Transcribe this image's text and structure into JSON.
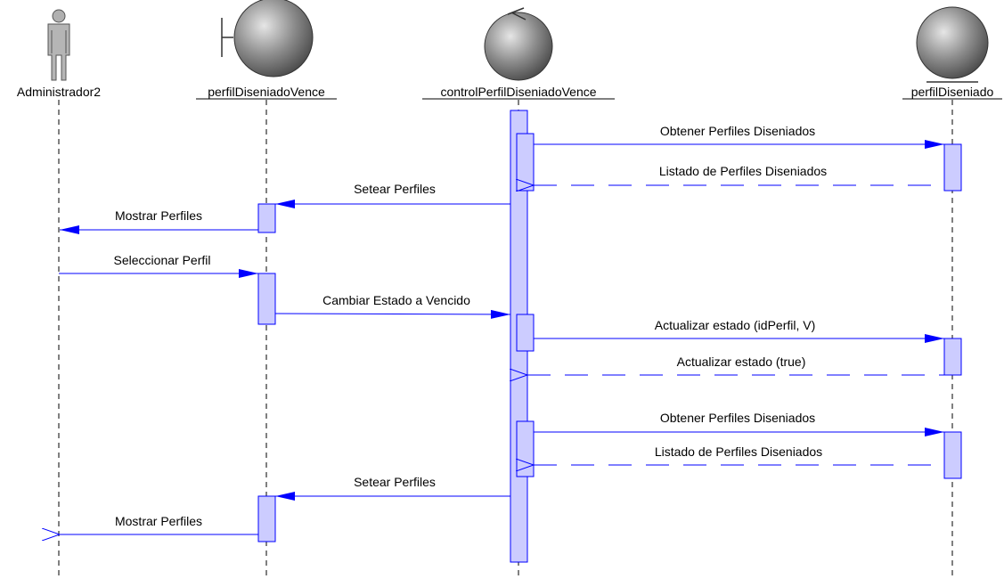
{
  "participants": [
    {
      "id": "admin",
      "label": "Administrador2",
      "kind": "actor"
    },
    {
      "id": "boundary",
      "label": "perfilDiseniadoVence",
      "kind": "boundary"
    },
    {
      "id": "control",
      "label": "controlPerfilDiseniadoVence",
      "kind": "control"
    },
    {
      "id": "entity",
      "label": "perfilDiseniado",
      "kind": "entity"
    }
  ],
  "messages": [
    {
      "label": "Obtener Perfiles Diseniados",
      "kind": "call"
    },
    {
      "label": "Listado de Perfiles Diseniados",
      "kind": "return"
    },
    {
      "label": "Setear Perfiles",
      "kind": "call"
    },
    {
      "label": "Mostrar Perfiles",
      "kind": "call"
    },
    {
      "label": "Seleccionar Perfil",
      "kind": "call"
    },
    {
      "label": "Cambiar Estado a Vencido",
      "kind": "call"
    },
    {
      "label": "Actualizar estado (idPerfil, V)",
      "kind": "call"
    },
    {
      "label": "Actualizar estado (true)",
      "kind": "return"
    },
    {
      "label": "Obtener Perfiles Diseniados",
      "kind": "call"
    },
    {
      "label": "Listado de Perfiles Diseniados",
      "kind": "return"
    },
    {
      "label": "Setear Perfiles",
      "kind": "call"
    },
    {
      "label": "Mostrar Perfiles",
      "kind": "return"
    }
  ],
  "colors": {
    "message_line": "#0000ff",
    "activation_fill": "#ccccff",
    "activation_stroke": "#0000ff",
    "lifeline": "#000000",
    "object_shade": "#7a7a7a",
    "actor_fill": "#b5b5b5"
  }
}
